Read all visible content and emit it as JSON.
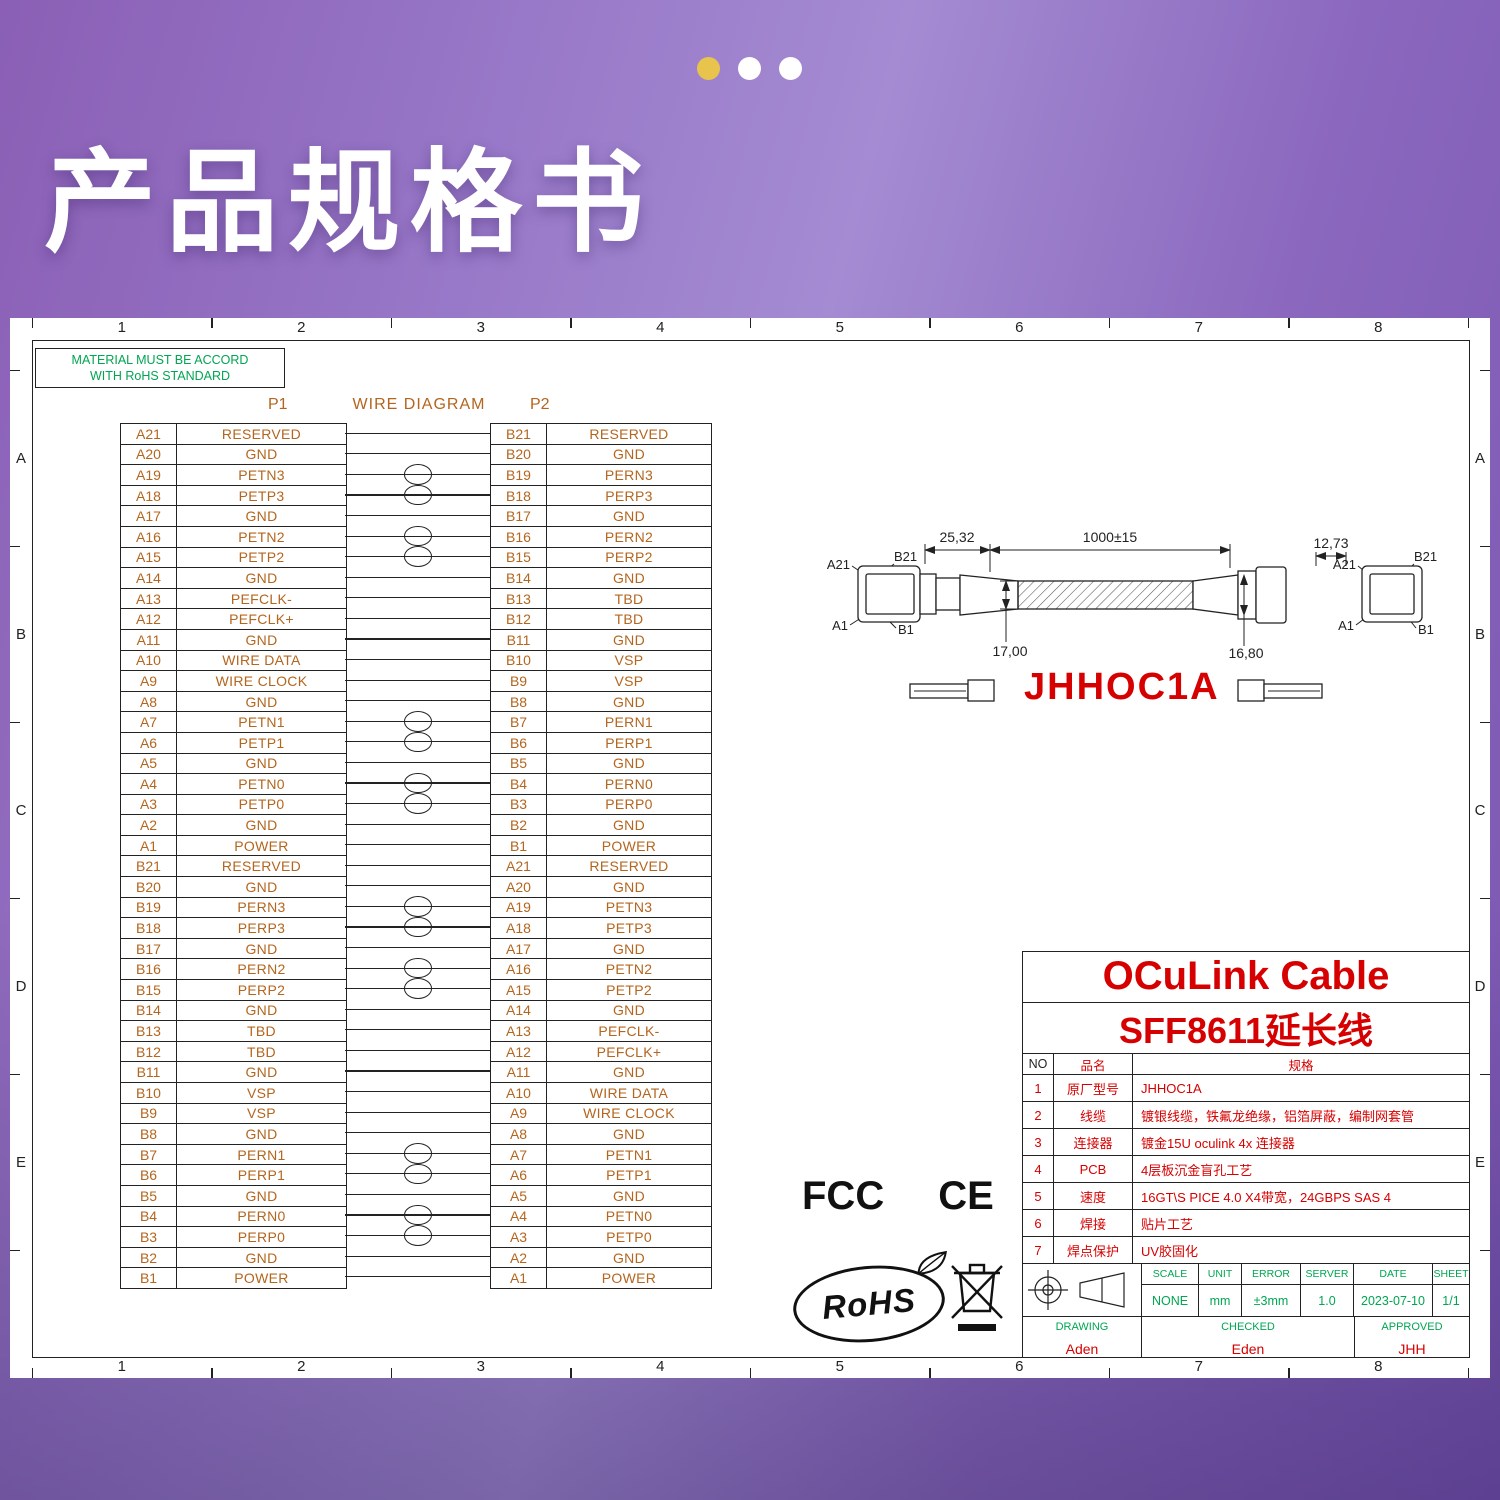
{
  "header": {
    "title": "产品规格书"
  },
  "colors": {
    "pin_text": "#b4651e",
    "green": "#00a651",
    "red": "#d60000",
    "gold": "#e8c44c"
  },
  "sheet": {
    "material_note": [
      "MATERIAL MUST BE ACCORD",
      "WITH RoHS STANDARD"
    ],
    "ruler": {
      "columns": [
        "1",
        "2",
        "3",
        "4",
        "5",
        "6",
        "7",
        "8"
      ],
      "rows": [
        "A",
        "B",
        "C",
        "D",
        "E"
      ]
    }
  },
  "wire_diagram": {
    "p1_label": "P1",
    "title": "WIRE DIAGRAM",
    "p2_label": "P2",
    "p1_rows": [
      [
        "A21",
        "RESERVED"
      ],
      [
        "A20",
        "GND"
      ],
      [
        "A19",
        "PETN3"
      ],
      [
        "A18",
        "PETP3"
      ],
      [
        "A17",
        "GND"
      ],
      [
        "A16",
        "PETN2"
      ],
      [
        "A15",
        "PETP2"
      ],
      [
        "A14",
        "GND"
      ],
      [
        "A13",
        "PEFCLK-"
      ],
      [
        "A12",
        "PEFCLK+"
      ],
      [
        "A11",
        "GND"
      ],
      [
        "A10",
        "WIRE DATA"
      ],
      [
        "A9",
        "WIRE CLOCK"
      ],
      [
        "A8",
        "GND"
      ],
      [
        "A7",
        "PETN1"
      ],
      [
        "A6",
        "PETP1"
      ],
      [
        "A5",
        "GND"
      ],
      [
        "A4",
        "PETN0"
      ],
      [
        "A3",
        "PETP0"
      ],
      [
        "A2",
        "GND"
      ],
      [
        "A1",
        "POWER"
      ],
      [
        "B21",
        "RESERVED"
      ],
      [
        "B20",
        "GND"
      ],
      [
        "B19",
        "PERN3"
      ],
      [
        "B18",
        "PERP3"
      ],
      [
        "B17",
        "GND"
      ],
      [
        "B16",
        "PERN2"
      ],
      [
        "B15",
        "PERP2"
      ],
      [
        "B14",
        "GND"
      ],
      [
        "B13",
        "TBD"
      ],
      [
        "B12",
        "TBD"
      ],
      [
        "B11",
        "GND"
      ],
      [
        "B10",
        "VSP"
      ],
      [
        "B9",
        "VSP"
      ],
      [
        "B8",
        "GND"
      ],
      [
        "B7",
        "PERN1"
      ],
      [
        "B6",
        "PERP1"
      ],
      [
        "B5",
        "GND"
      ],
      [
        "B4",
        "PERN0"
      ],
      [
        "B3",
        "PERP0"
      ],
      [
        "B2",
        "GND"
      ],
      [
        "B1",
        "POWER"
      ]
    ],
    "p2_rows": [
      [
        "B21",
        "RESERVED"
      ],
      [
        "B20",
        "GND"
      ],
      [
        "B19",
        "PERN3"
      ],
      [
        "B18",
        "PERP3"
      ],
      [
        "B17",
        "GND"
      ],
      [
        "B16",
        "PERN2"
      ],
      [
        "B15",
        "PERP2"
      ],
      [
        "B14",
        "GND"
      ],
      [
        "B13",
        "TBD"
      ],
      [
        "B12",
        "TBD"
      ],
      [
        "B11",
        "GND"
      ],
      [
        "B10",
        "VSP"
      ],
      [
        "B9",
        "VSP"
      ],
      [
        "B8",
        "GND"
      ],
      [
        "B7",
        "PERN1"
      ],
      [
        "B6",
        "PERP1"
      ],
      [
        "B5",
        "GND"
      ],
      [
        "B4",
        "PERN0"
      ],
      [
        "B3",
        "PERP0"
      ],
      [
        "B2",
        "GND"
      ],
      [
        "B1",
        "POWER"
      ],
      [
        "A21",
        "RESERVED"
      ],
      [
        "A20",
        "GND"
      ],
      [
        "A19",
        "PETN3"
      ],
      [
        "A18",
        "PETP3"
      ],
      [
        "A17",
        "GND"
      ],
      [
        "A16",
        "PETN2"
      ],
      [
        "A15",
        "PETP2"
      ],
      [
        "A14",
        "GND"
      ],
      [
        "A13",
        "PEFCLK-"
      ],
      [
        "A12",
        "PEFCLK+"
      ],
      [
        "A11",
        "GND"
      ],
      [
        "A10",
        "WIRE DATA"
      ],
      [
        "A9",
        "WIRE CLOCK"
      ],
      [
        "A8",
        "GND"
      ],
      [
        "A7",
        "PETN1"
      ],
      [
        "A6",
        "PETP1"
      ],
      [
        "A5",
        "GND"
      ],
      [
        "A4",
        "PETN0"
      ],
      [
        "A3",
        "PETP0"
      ],
      [
        "A2",
        "GND"
      ],
      [
        "A1",
        "POWER"
      ]
    ],
    "twisted_pair_start_rows": [
      2,
      5,
      14,
      17,
      23,
      26,
      35,
      38
    ]
  },
  "cable_drawing": {
    "dim_left": "25,32",
    "dim_length": "1000±15",
    "dim_right": "12,73",
    "dim_height_left": "17,00",
    "dim_height_right": "16,80",
    "left_pins": {
      "tl": "A21",
      "tr": "B21",
      "bl": "A1",
      "br": "B1"
    },
    "right_pins": {
      "tl": "A21",
      "tr": "B21",
      "bl": "A1",
      "br": "B1"
    },
    "model": "JHHOC1A"
  },
  "title_block": {
    "product_line1": "OCuLink Cable",
    "product_line2": "SFF8611延长线",
    "spec_headers": [
      "NO",
      "品名",
      "规格"
    ],
    "spec_rows": [
      {
        "no": "1",
        "name": "原厂型号",
        "spec": "JHHOC1A"
      },
      {
        "no": "2",
        "name": "线缆",
        "spec": "镀银线缆，铁氟龙绝缘，铝箔屏蔽，编制网套管"
      },
      {
        "no": "3",
        "name": "连接器",
        "spec": "镀金15U oculink 4x 连接器"
      },
      {
        "no": "4",
        "name": "PCB",
        "spec": "4层板沉金盲孔工艺"
      },
      {
        "no": "5",
        "name": "速度",
        "spec": "16GT\\S  PICE 4.0 X4带宽，24GBPS SAS 4"
      },
      {
        "no": "6",
        "name": "焊接",
        "spec": "贴片工艺"
      },
      {
        "no": "7",
        "name": "焊点保护",
        "spec": "UV胶固化"
      }
    ],
    "meta": [
      {
        "label": "SCALE",
        "value": "NONE"
      },
      {
        "label": "UNIT",
        "value": "mm"
      },
      {
        "label": "ERROR",
        "value": "±3mm"
      },
      {
        "label": "SERVER",
        "value": "1.0"
      },
      {
        "label": "DATE",
        "value": "2023-07-10"
      },
      {
        "label": "SHEET",
        "value": "1/1"
      }
    ],
    "signatures": [
      {
        "label": "DRAWING",
        "value": "Aden"
      },
      {
        "label": "CHECKED",
        "value": "Eden"
      },
      {
        "label": "APPROVED",
        "value": "JHH"
      }
    ]
  },
  "certifications": {
    "fcc": "FCC",
    "ce": "CE",
    "rohs": "RoHS"
  }
}
